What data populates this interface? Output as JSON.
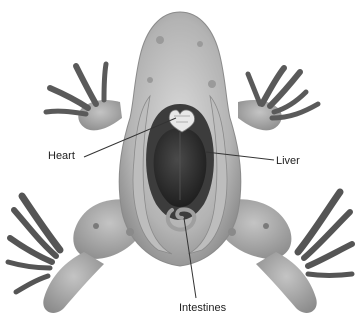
{
  "figure": {
    "labels": {
      "heart": "Heart",
      "liver": "Liver",
      "intestines": "Intestines"
    },
    "colors": {
      "skin_light": "#cfcfcf",
      "skin_mid": "#a9a9a9",
      "skin_dark": "#6f6f6f",
      "digits": "#5a5a5a",
      "cavity": "#3c3c3c",
      "liver": "#2b2b2b",
      "leader_line": "#333333"
    }
  }
}
